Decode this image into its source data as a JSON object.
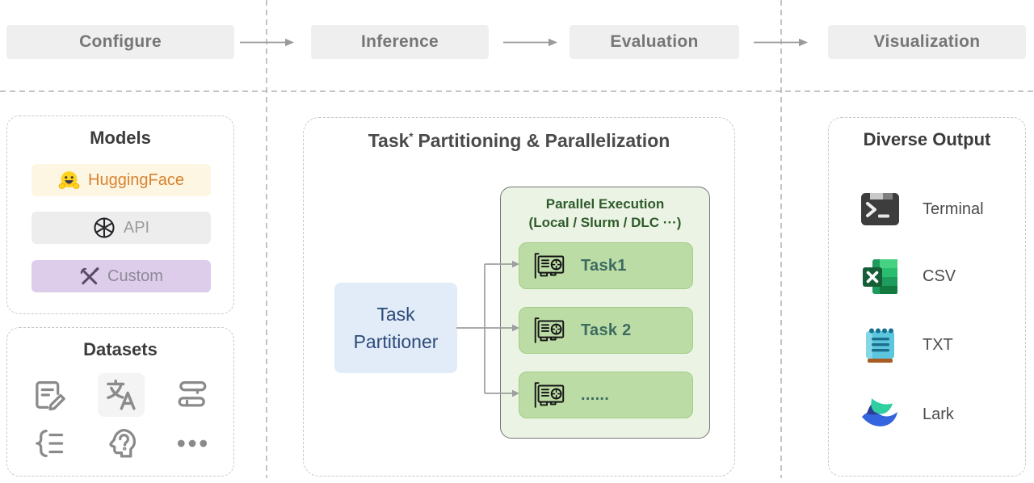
{
  "header": {
    "stages": [
      {
        "label": "Configure"
      },
      {
        "label": "Inference"
      },
      {
        "label": "Evaluation"
      },
      {
        "label": "Visualization"
      }
    ]
  },
  "models": {
    "title": "Models",
    "items": [
      {
        "label": "HuggingFace",
        "icon": "huggingface-icon",
        "bg": "#FDF6E2",
        "text_color": "#D9822F"
      },
      {
        "label": "API",
        "icon": "openai-icon",
        "bg": "#EDEDED",
        "text_color": "#9C9C9C"
      },
      {
        "label": "Custom",
        "icon": "tools-icon",
        "bg": "#DDCCEA",
        "text_color": "#8D8A97"
      }
    ]
  },
  "datasets": {
    "title": "Datasets",
    "icons": [
      "exam-edit-icon",
      "translate-icon",
      "books-icon",
      "brace-list-icon",
      "psychology-icon",
      "ellipsis-icon"
    ]
  },
  "partitioning": {
    "title_prefix": "Task",
    "title_sup": "*",
    "title_rest": "Partitioning & Parallelization",
    "partitioner": {
      "line1": "Task",
      "line2": "Partitioner"
    },
    "parallel_execution": {
      "title_line1": "Parallel Execution",
      "title_line2": "(Local / Slurm / DLC ···)",
      "gpu_icon": "gpu-card-icon",
      "tasks": [
        {
          "label": "Task1"
        },
        {
          "label": "Task 2"
        },
        {
          "label": "......"
        }
      ]
    }
  },
  "output": {
    "title": "Diverse Output",
    "items": [
      {
        "label": "Terminal",
        "icon": "terminal-icon"
      },
      {
        "label": "CSV",
        "icon": "excel-icon"
      },
      {
        "label": "TXT",
        "icon": "notepad-icon"
      },
      {
        "label": "Lark",
        "icon": "lark-icon"
      }
    ]
  },
  "colors": {
    "stage_bg": "#EFEFEF",
    "stage_text": "#757575",
    "dashed_border": "#C8C8C8",
    "separator": "#B0B0B0",
    "section_title": "#3C3C3C",
    "partitioner_bg": "#E2ECF9",
    "partitioner_text": "#2C4A78",
    "parallel_bg": "#EBF4E4",
    "parallel_title": "#2F5B2B",
    "task_bg": "#BCDCA6",
    "task_border": "#A3CC86",
    "task_text": "#3C6B60",
    "arrow": "#9A9A9A",
    "dataset_icon": "#8A8A8A"
  }
}
